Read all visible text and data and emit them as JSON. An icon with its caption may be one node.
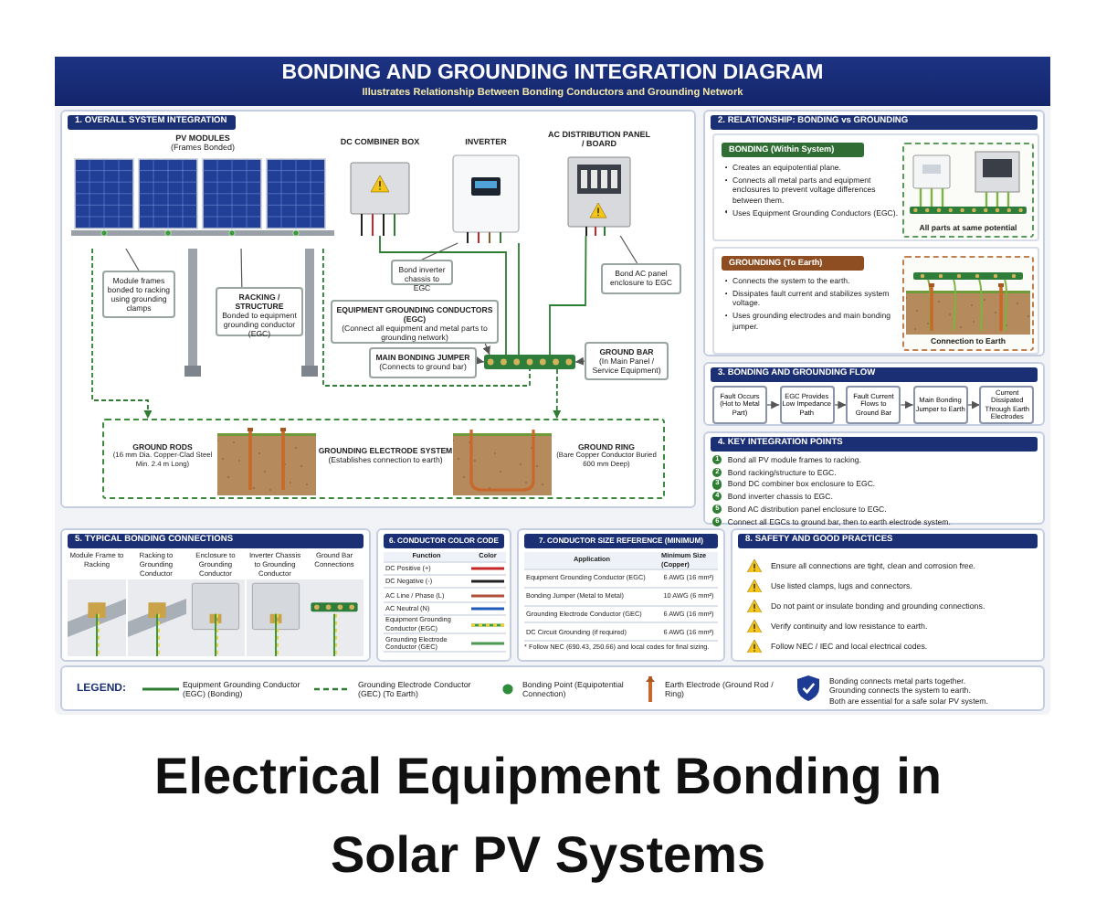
{
  "diagram": {
    "title": "BONDING AND GROUNDING INTEGRATION DIAGRAM",
    "caption": "Electrical Equipment Bonding in Solar PV Systems",
    "nodes": [
      {
        "text": [
          "1. OVERALL SYSTEM INTEGRATION"
        ]
      },
      {
        "text": [
          "PV MODULES",
          "(Frames Bonded)"
        ],
        "in": 0
      },
      {
        "text": [
          "DC COMBINER BOX"
        ],
        "in": 0
      },
      {
        "text": [
          "INVERTER"
        ],
        "in": 0
      },
      {
        "text": [
          "AC DISTRIBUTION PANEL / BOARD"
        ],
        "in": 0
      },
      {
        "text": [
          "Module frames bonded to racking using grounding clamps"
        ],
        "in": 0
      },
      {
        "text": [
          "RACKING / STRUCTURE",
          "Bonded to equipment grounding conductor (EGC)"
        ],
        "in": 0
      },
      {
        "text": [
          "Bond inverter chassis to EGC"
        ],
        "in": 0
      },
      {
        "text": [
          "Bond AC panel enclosure to EGC"
        ],
        "in": 0
      },
      {
        "text": [
          "EQUIPMENT GROUNDING CONDUCTORS (EGC)",
          "(Connect all equipment and metal parts to grounding network)"
        ],
        "in": 0
      },
      {
        "text": [
          "MAIN BONDING JUMPER",
          "(Connects to ground bar)"
        ],
        "in": 0
      },
      {
        "text": [],
        "shape": "bar",
        "in": 0
      },
      {
        "text": [
          "GROUND BAR",
          "(In Main Panel / Service Equipment)"
        ],
        "in": 0
      },
      {
        "text": [
          "GROUNDING ELECTRODE SYSTEM",
          "(Establishes connection to earth)"
        ],
        "in": 0
      },
      {
        "text": [
          "GROUND RODS",
          "(16 mm Dia. Copper-Clad Steel Min. 2.4 m Long)"
        ],
        "in": 13
      },
      {
        "text": [
          "GROUND RING",
          "(Bare Copper Conductor Buried 600 mm Deep)"
        ],
        "in": 13
      },
      {
        "text": [
          "2. RELATIONSHIP: BONDING vs GROUNDING"
        ]
      },
      {
        "text": [
          "BONDING (Within System)",
          "Creates an equipotential plane.",
          "Connects all metal parts and equipment enclosures to prevent voltage differences between them.",
          "Uses Equipment Grounding Conductors (EGC)."
        ],
        "in": 16
      },
      {
        "text": [
          "All parts at same potential"
        ],
        "in": 17
      },
      {
        "text": [
          "GROUNDING (To Earth)",
          "Connects the system to the earth.",
          "Dissipates fault current and stabilizes system voltage.",
          "Uses grounding electrodes and main bonding jumper."
        ],
        "in": 16
      },
      {
        "text": [
          "Connection to Earth"
        ],
        "in": 19
      },
      {
        "text": [
          "3. BONDING AND GROUNDING FLOW"
        ]
      },
      {
        "text": [
          "Fault Occurs (Hot to Metal Part)"
        ],
        "in": 21
      },
      {
        "text": [
          "EGC Provides Low Impedance Path"
        ],
        "in": 21
      },
      {
        "text": [
          "Fault Current Flows to Ground Bar"
        ],
        "in": 21
      },
      {
        "text": [
          "Main Bonding Jumper to Earth"
        ],
        "in": 21
      },
      {
        "text": [
          "Current Dissipated Through Earth Electrodes"
        ],
        "in": 21
      },
      {
        "text": [
          "4. KEY INTEGRATION POINTS",
          "1",
          "Bond all PV module frames to racking.",
          "2",
          "Bond racking/structure to EGC.",
          "3",
          "Bond DC combiner box enclosure to EGC.",
          "4",
          "Bond inverter chassis to EGC.",
          "5",
          "Bond AC distribution panel enclosure to EGC.",
          "6",
          "Connect all EGCs to ground bar, then to earth electrode system."
        ]
      },
      {
        "text": [
          "5. TYPICAL BONDING CONNECTIONS",
          "Module Frame to Racking",
          "Racking to Grounding Conductor",
          "Enclosure to Grounding Conductor",
          "Inverter Chassis to Grounding Conductor",
          "Ground Bar Connections"
        ]
      },
      {
        "text": [
          "6. CONDUCTOR COLOR CODE",
          "Function",
          "Color",
          "DC Positive (+)",
          "DC Negative (-)",
          "AC Line / Phase (L)",
          "AC Neutral (N)",
          "Equipment Grounding Conductor (EGC)",
          "Grounding Electrode Conductor (GEC)"
        ]
      },
      {
        "text": [
          "7. CONDUCTOR SIZE REFERENCE (MINIMUM)",
          "Application",
          "Minimum Size (Copper)",
          "Equipment Grounding Conductor (EGC)",
          "6 AWG (16 mm²)",
          "Bonding Jumper (Metal to Metal)",
          "10 AWG (6 mm²)",
          "Grounding Electrode Conductor (GEC)",
          "6 AWG (16 mm²)",
          "DC Circuit Grounding (if required)",
          "6 AWG (16 mm²)",
          "* Follow NEC (690.43, 250.66) and local codes for final sizing."
        ]
      },
      {
        "text": [
          "8. SAFETY AND GOOD PRACTICES",
          "Ensure all connections are tight, clean and corrosion free.",
          "Use listed clamps, lugs and connectors.",
          "Do not paint or insulate bonding and grounding connections.",
          "Verify continuity and low resistance to earth.",
          "Follow NEC / IEC and local electrical codes."
        ]
      }
    ],
    "edges": [
      {
        "from": 5,
        "to": 1,
        "arrow": "none"
      },
      {
        "from": 6,
        "to": 1,
        "arrow": "none"
      },
      {
        "from": 7,
        "to": 3,
        "arrow": "none"
      },
      {
        "from": 8,
        "to": 4,
        "arrow": "none"
      },
      {
        "from": 9,
        "to": 11,
        "arrow": "to"
      },
      {
        "from": 10,
        "to": 11,
        "arrow": "to"
      },
      {
        "from": 12,
        "to": 11,
        "arrow": "to"
      },
      {
        "from": 2,
        "to": 11,
        "arrow": "none",
        "color": "#2e7d32"
      },
      {
        "from": 3,
        "to": 11,
        "arrow": "none",
        "color": "#2e7d32"
      },
      {
        "from": 4,
        "to": 11,
        "arrow": "none",
        "color": "#2e7d32"
      },
      {
        "from": 1,
        "to": 11,
        "arrow": "none",
        "style": "dashed",
        "color": "#2e7d32"
      },
      {
        "from": 11,
        "to": 13,
        "arrow": "to",
        "style": "dashed",
        "color": "#2e7d32"
      },
      {
        "from": 1,
        "to": 13,
        "arrow": "to",
        "style": "dashed",
        "color": "#2e7d32"
      },
      {
        "from": 22,
        "to": 23,
        "arrow": "to"
      },
      {
        "from": 23,
        "to": 24,
        "arrow": "to"
      },
      {
        "from": 24,
        "to": 25,
        "arrow": "to"
      },
      {
        "from": 25,
        "to": 26,
        "arrow": "to"
      }
    ],
    "labels": [
      "Illustrates Relationship Between Bonding Conductors and Grounding Network",
      "LEGEND:",
      "Bonding connects metal parts together.",
      "Grounding connects the system to earth.",
      "Both are essential for a safe solar PV system."
    ],
    "legend": [
      {
        "text": "Equipment Grounding Conductor (EGC) (Bonding)"
      },
      {
        "text": "Grounding Electrode Conductor (GEC) (To Earth)"
      },
      {
        "text": "Bonding Point (Equipotential Connection)"
      },
      {
        "text": "Earth Electrode (Ground Rod / Ring)"
      }
    ]
  }
}
